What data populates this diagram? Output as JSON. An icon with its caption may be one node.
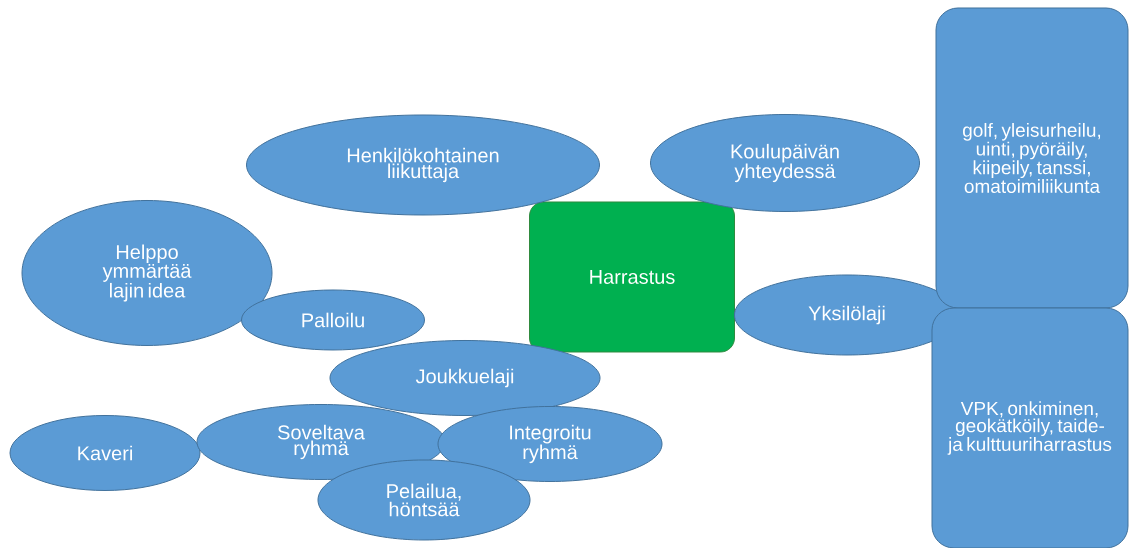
{
  "diagram": {
    "nodes": [
      {
        "text": [
          "Harrastus"
        ]
      },
      {
        "text": [
          "Henkilökohtainen liikuttaja"
        ]
      },
      {
        "text": [
          "Koulupäivän yhteydessä"
        ]
      },
      {
        "text": [
          "Helppo ymmärtää lajin idea"
        ]
      },
      {
        "text": [
          "Palloilu"
        ]
      },
      {
        "text": [
          "Yksilölaji"
        ]
      },
      {
        "text": [
          "golf, yleisurheilu, uinti, pyöräily, kiipeily, tanssi, omatoimiliikunta"
        ]
      },
      {
        "text": [
          "VPK, onkiminen, geokätköily, taide- ja kulttuuriharrastus"
        ]
      },
      {
        "text": [
          "Joukkuelaji"
        ]
      },
      {
        "text": [
          "Kaveri"
        ]
      },
      {
        "text": [
          "Soveltava ryhmä"
        ]
      },
      {
        "text": [
          "Integroitu ryhmä"
        ]
      },
      {
        "text": [
          "Pelailua, höntsää"
        ]
      }
    ]
  }
}
